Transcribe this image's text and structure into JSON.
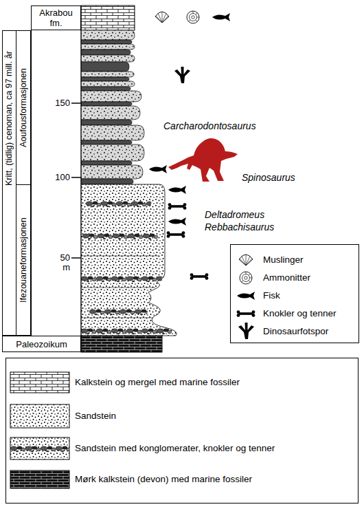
{
  "diagram": {
    "nodes": [
      {
        "text": [
          "Akrabou fm."
        ]
      },
      {
        "text": [
          "Kritt, (tidlig) cenoman, ca 97 mill. år"
        ]
      },
      {
        "text": [
          "Aoufousformasjonen"
        ],
        "in": 1
      },
      {
        "text": [
          "Ifezouaneformasjonen"
        ],
        "in": 1
      },
      {
        "text": [
          "Paleozoikum"
        ]
      }
    ],
    "labels": [
      "150",
      "100",
      "50",
      "m",
      "Carcharodontosaurus",
      "Spinosaurus",
      "Deltadromeus",
      "Rebbachisaurus"
    ],
    "legend": [
      {
        "text": "Muslinger"
      },
      {
        "text": "Ammonitter"
      },
      {
        "text": "Fisk"
      },
      {
        "text": "Knokler og tenner"
      },
      {
        "text": "Dinosaurfotspor"
      },
      {
        "text": "Kalkstein og mergel med marine fossiler"
      },
      {
        "text": "Sandstein"
      },
      {
        "text": "Sandstein med konglomerater, knokler og tenner"
      },
      {
        "text": "Mørk kalkstein (devon) med marine fossiler"
      }
    ]
  }
}
